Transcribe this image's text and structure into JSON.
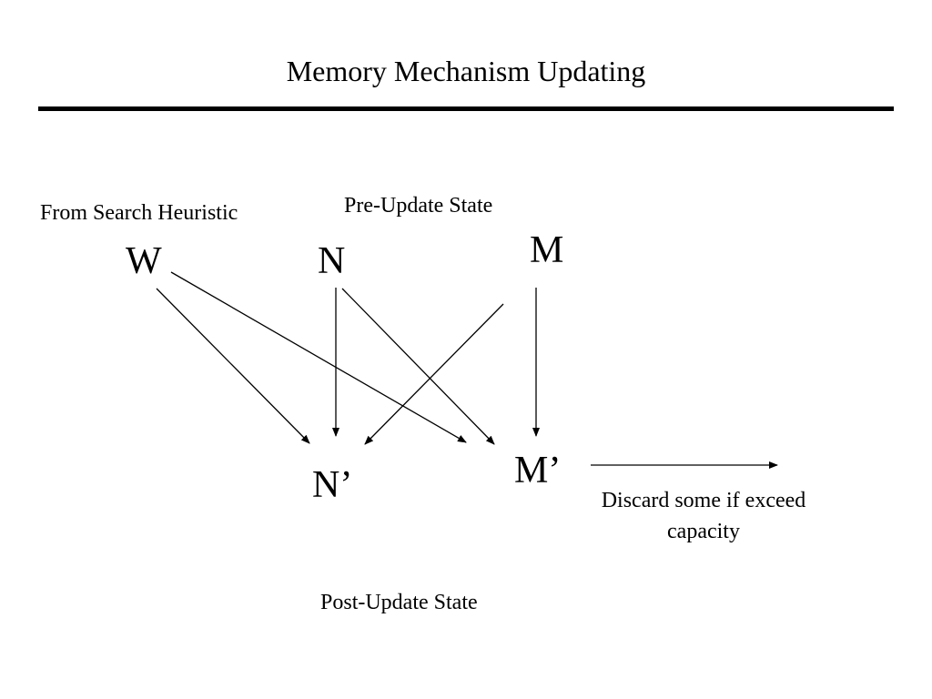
{
  "slide": {
    "title": "Memory Mechanism Updating"
  },
  "diagram": {
    "captions": {
      "source": "From Search Heuristic",
      "pre_update": "Pre-Update State",
      "post_update": "Post-Update State",
      "discard": "Discard some if exceed capacity"
    },
    "nodes": {
      "W": "W",
      "N": "N",
      "M": "M",
      "N_prime": "N’",
      "M_prime": "M’"
    },
    "edges": [
      {
        "from": "W",
        "to": "N’"
      },
      {
        "from": "W",
        "to": "M’"
      },
      {
        "from": "N",
        "to": "N’"
      },
      {
        "from": "N",
        "to": "M’"
      },
      {
        "from": "M",
        "to": "N’"
      },
      {
        "from": "M",
        "to": "M’"
      },
      {
        "from": "M’",
        "to": "Discard some if exceed capacity"
      }
    ],
    "colors": {
      "line": "#000000",
      "text": "#000000",
      "background": "#ffffff"
    }
  }
}
